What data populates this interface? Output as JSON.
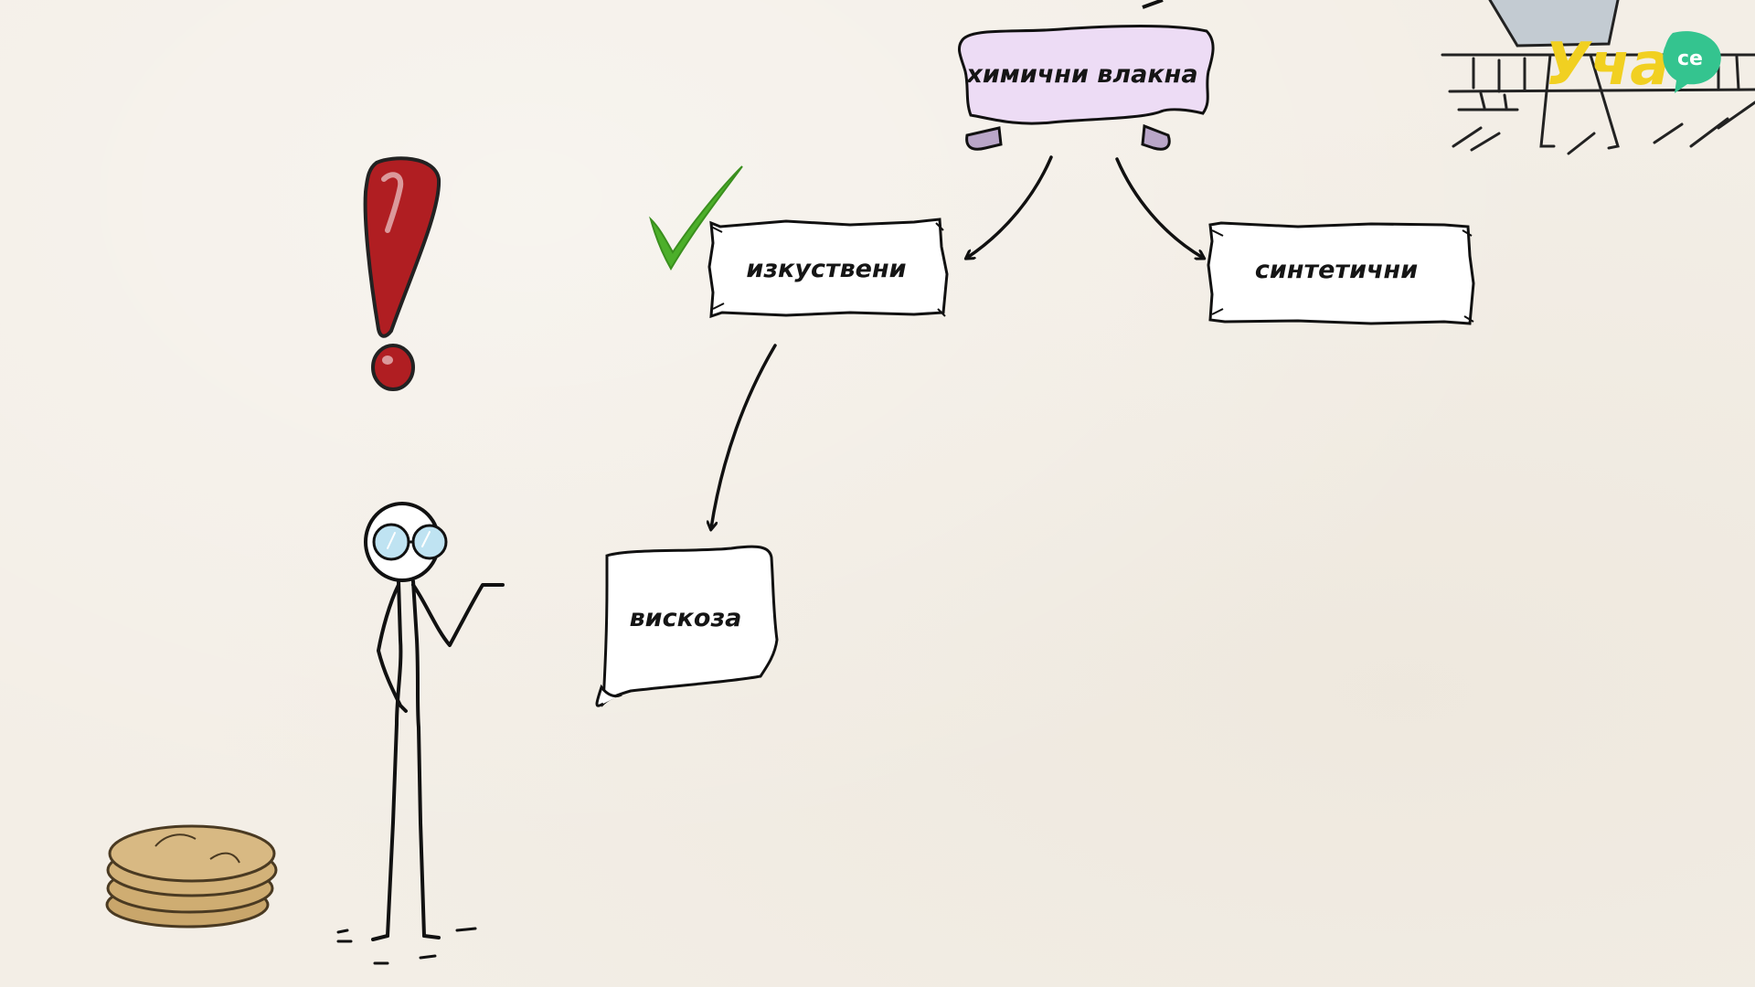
{
  "diagram": {
    "nodes": {
      "root": "химични влакна",
      "artificial": "изкуствени",
      "synthetic": "синтетични",
      "viscose": "вискоза"
    }
  },
  "logo": {
    "main": "Уча",
    "suffix": "се"
  },
  "colors": {
    "background": "#f3eee6",
    "root_scroll": "#eddcf5",
    "scroll_shadow": "#b9a6c8",
    "checkmark": "#4caf2a",
    "exclamation": "#b01e22",
    "glasses": "#bfe3f2",
    "coins": "#c9a66b",
    "logo_yellow": "#f1d021",
    "logo_green": "#34c48f"
  },
  "icons": [
    "checkmark-icon",
    "exclamation-icon",
    "stick-figure",
    "coin-stack",
    "logo"
  ]
}
